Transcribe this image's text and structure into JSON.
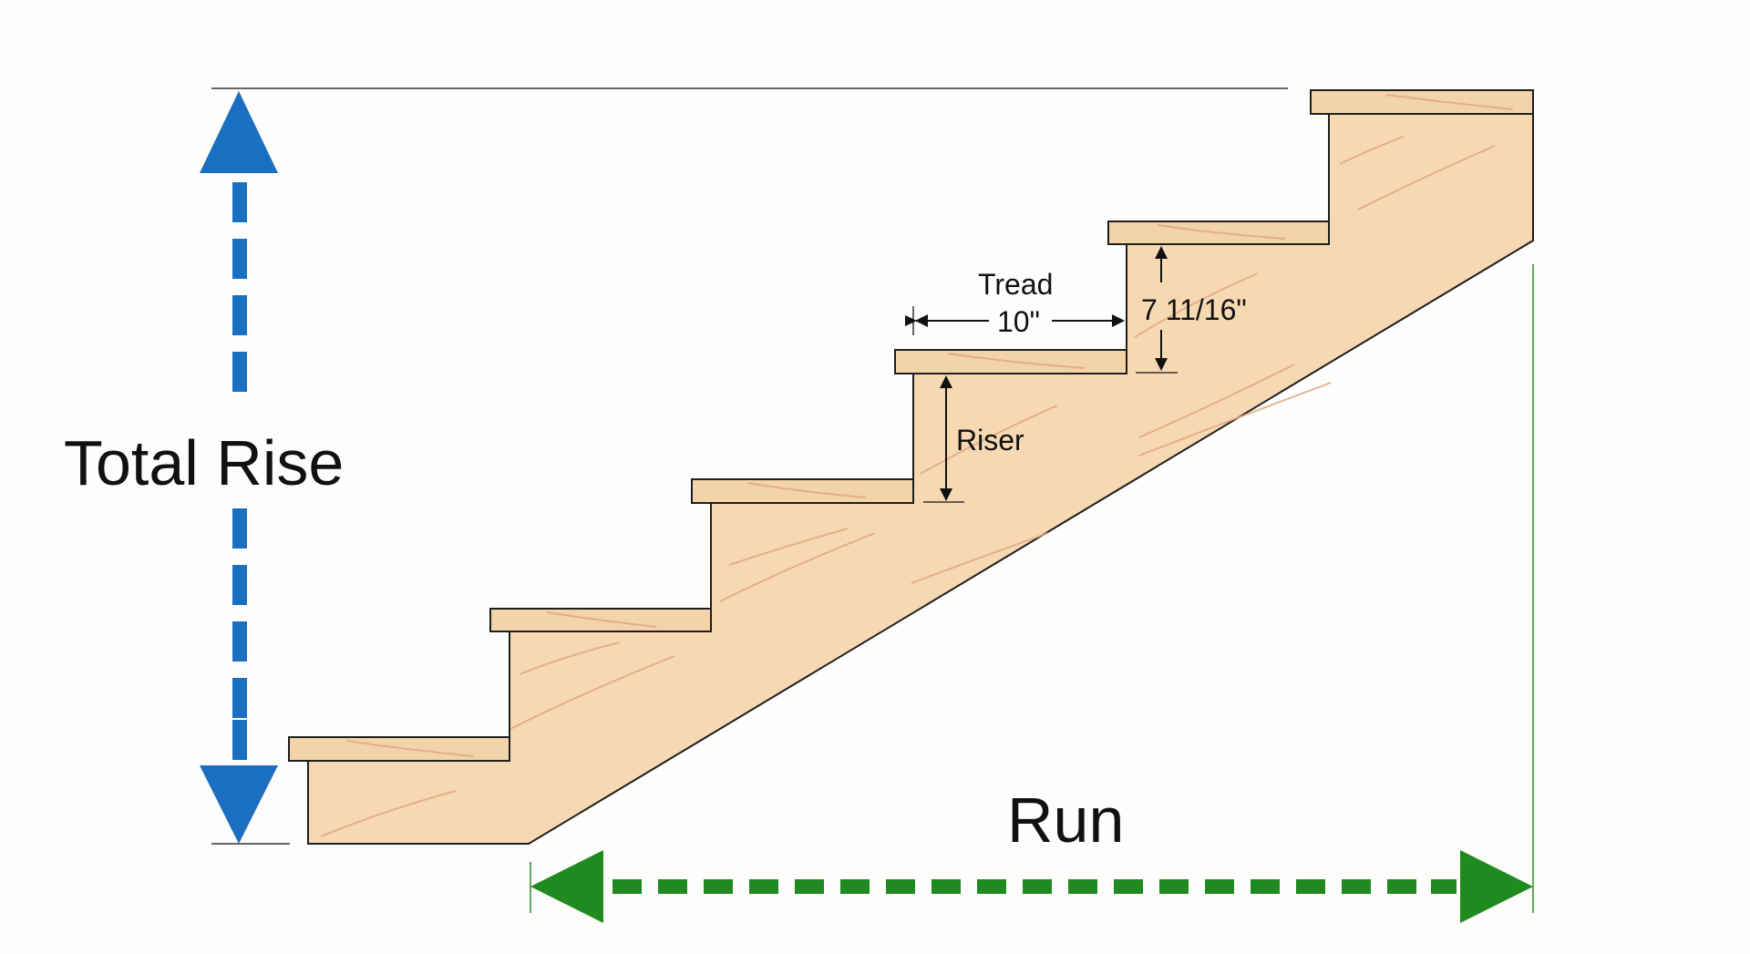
{
  "labels": {
    "total_rise": "Total Rise",
    "run": "Run",
    "tread_title": "Tread",
    "tread_value": "10\"",
    "riser_value": "7 11/16\"",
    "riser": "Riser"
  },
  "colors": {
    "wood": "#f6d9b2",
    "tread": "#f3d3a8",
    "grain": "#dfa882",
    "rise_arrow": "#1a6fc0",
    "run_arrow": "#1f8a1f",
    "run_guide": "#2e8b2e"
  }
}
